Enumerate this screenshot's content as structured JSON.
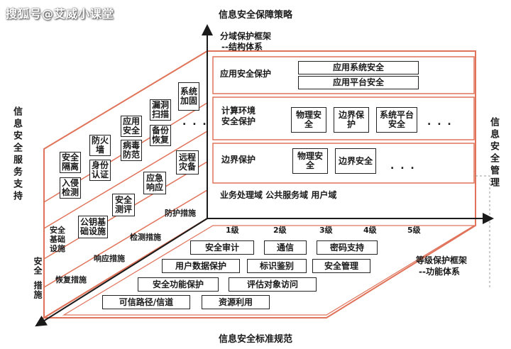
{
  "watermark": "搜狐号@艾威小课堂",
  "titles": {
    "top": "信息安全保障策略",
    "bottom": "信息安全标准规范",
    "left": "信息安全服务支持",
    "right": "信息安全管理"
  },
  "axes": {
    "vertical_1": "分域保护框架",
    "vertical_2": "--结构体系",
    "depth_1": "等级保护框架",
    "depth_2": "--功能体系",
    "left_1": "安全",
    "left_2": "措施"
  },
  "right_panel": {
    "row1_label": "应用安全保护",
    "row1_boxes": [
      "应用系统安全",
      "应用平台安全"
    ],
    "row2_label_1": "计算环境",
    "row2_label_2": "安全保护",
    "row2_boxes": [
      "物理安全",
      "边界保护",
      "系统平台安全"
    ],
    "row3_label": "边界保护",
    "row3_boxes": [
      "物理安全",
      "边界安全"
    ],
    "ellipsis": ". . .",
    "domains": "业务处理域   公共服务域   用户域"
  },
  "left_panel": {
    "boxes": [
      "系统加固",
      "漏洞扫描",
      "应用安全",
      "备份恢复",
      "病毒防范",
      "防火墙",
      "安全隔离",
      "身份认证",
      "入侵检测",
      "远程灾备",
      "应急响应",
      "安全测评",
      "公钥基础设施",
      "安全基础设施"
    ],
    "measures": [
      "防护措施",
      "检测措施",
      "响应措施",
      "恢复措施"
    ],
    "ellipsis": ". . ."
  },
  "levels": [
    "1级",
    "2级",
    "3级",
    "4级",
    "5级"
  ],
  "floor_boxes": {
    "row1": [
      "安全审计",
      "通信",
      "密码支持"
    ],
    "row2": [
      "用户数据保护",
      "标识鉴别",
      "安全管理"
    ],
    "row3": [
      "安全功能保护",
      "评估对象访问"
    ],
    "row4": [
      "可信路径/信道",
      "资源利用"
    ]
  },
  "colors": {
    "frame": "#e0735a",
    "axis": "#1a1a1a",
    "box_border": "#222222"
  }
}
